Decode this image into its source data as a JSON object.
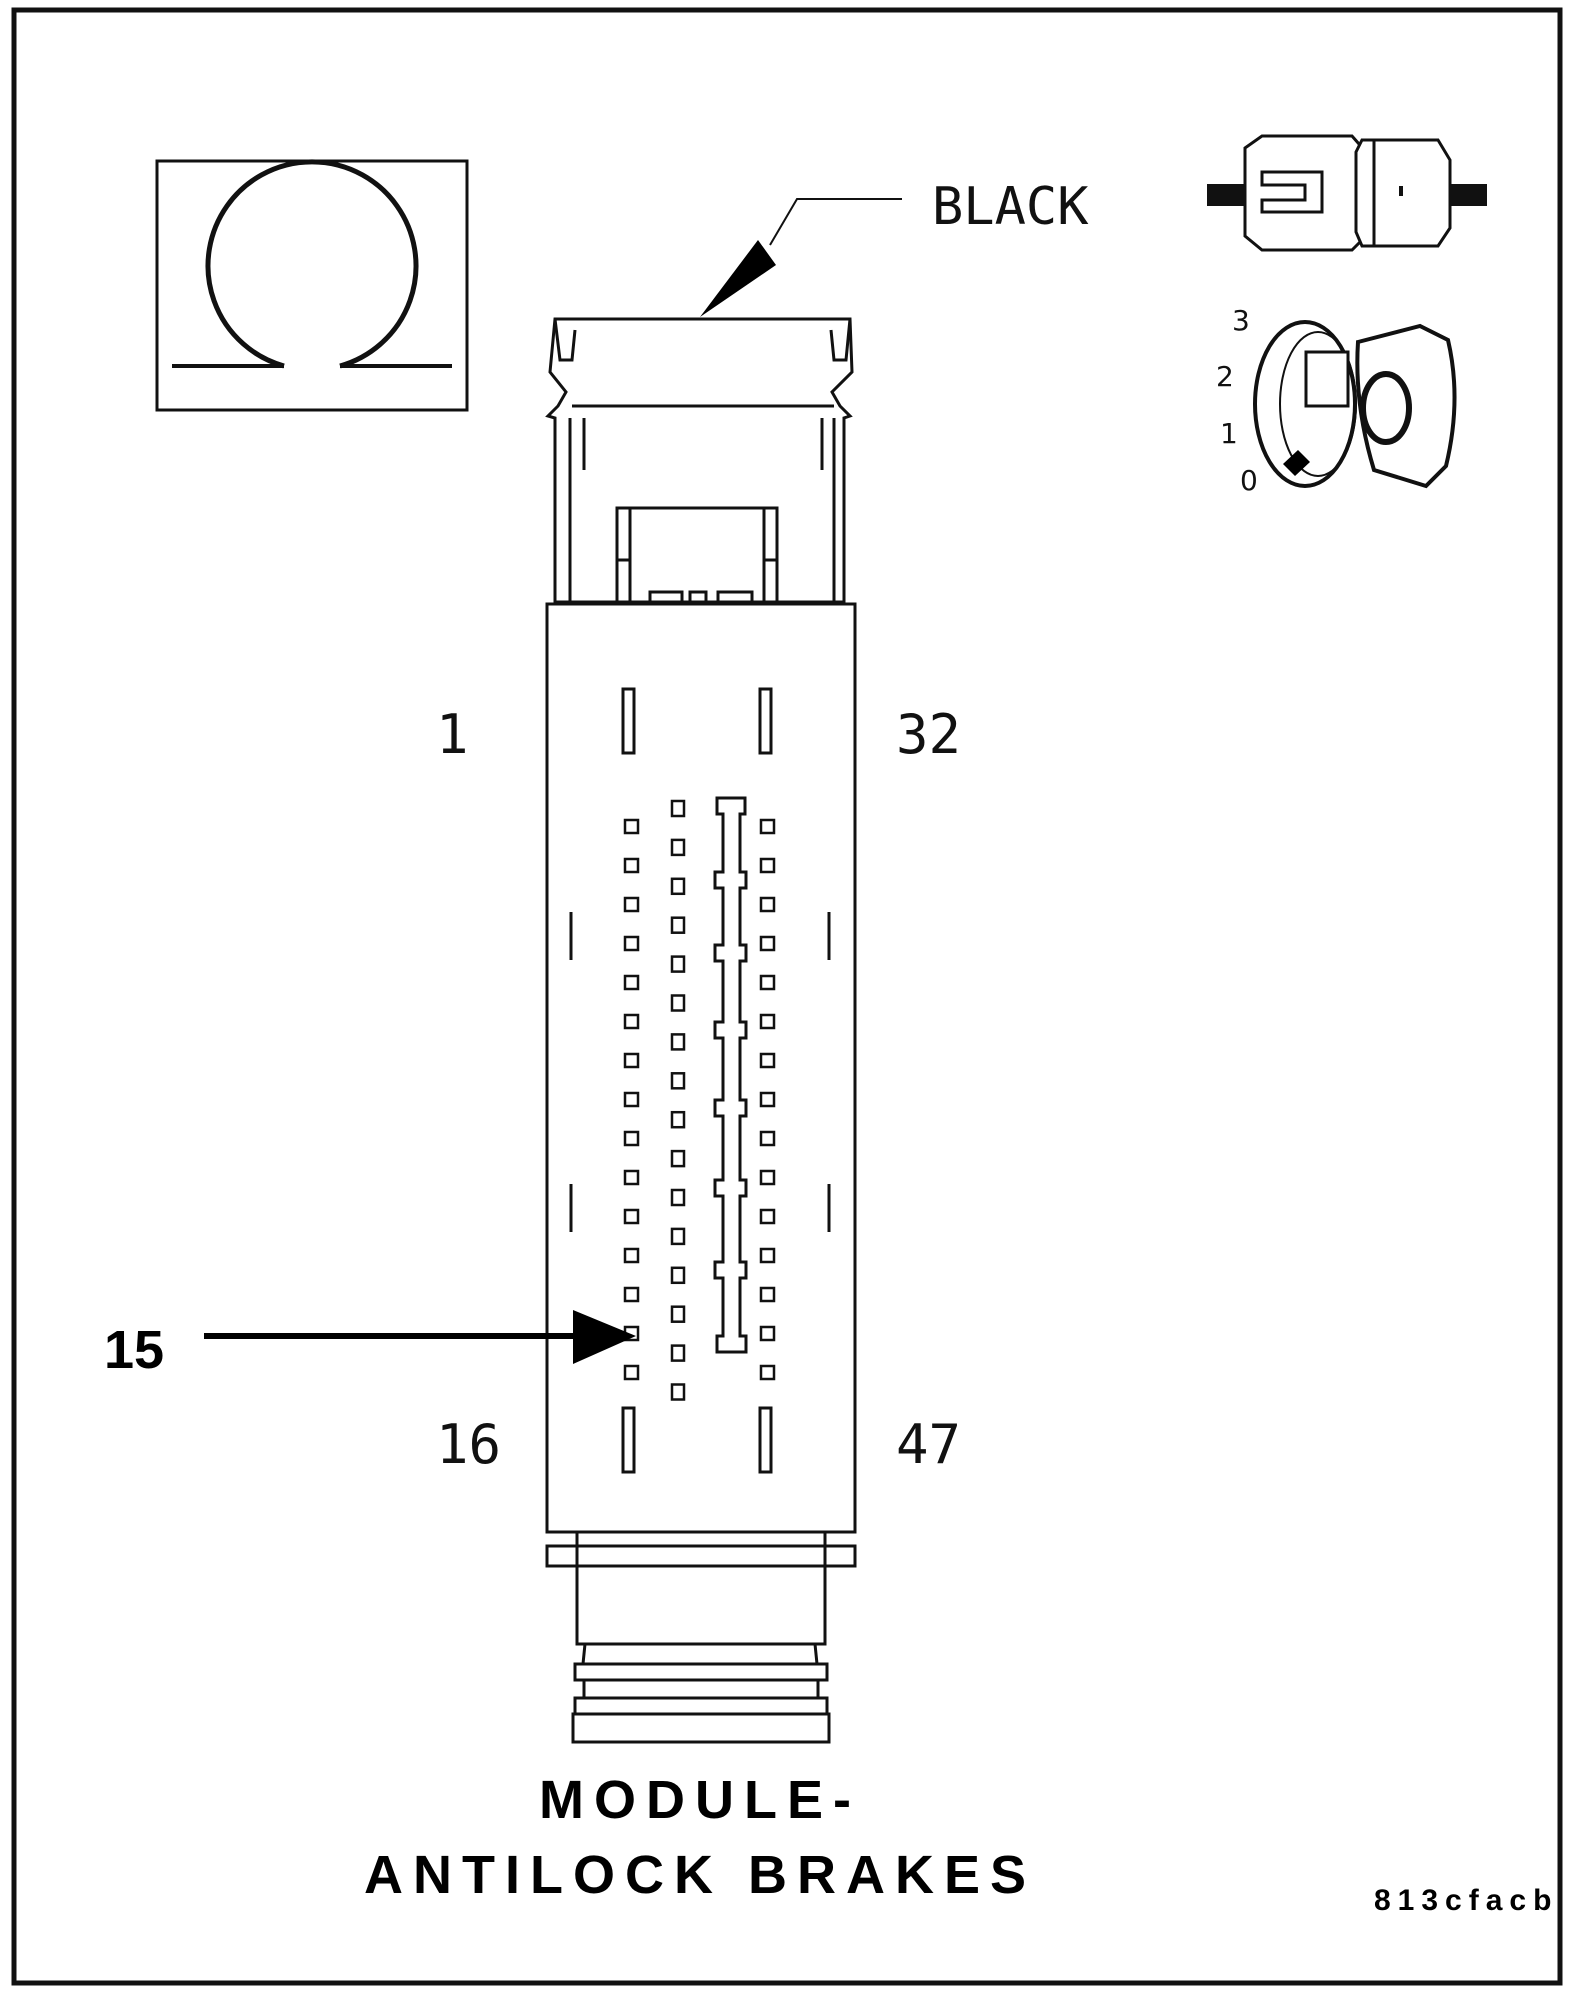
{
  "connector": {
    "color_label": "BLACK",
    "pin_labels": {
      "top_left": "1",
      "top_right": "32",
      "bottom_left": "16",
      "bottom_right": "47"
    },
    "callout_pin": "15"
  },
  "ignition_switch": {
    "positions": [
      "3",
      "2",
      "1",
      "0"
    ],
    "key_face": "O"
  },
  "title": {
    "line1": "MODULE-",
    "line2": "ANTILOCK BRAKES"
  },
  "figure_code": "813cfacb",
  "icons": [
    "ohm-meter-icon",
    "disconnected-connector-icon",
    "ignition-key-icon"
  ]
}
